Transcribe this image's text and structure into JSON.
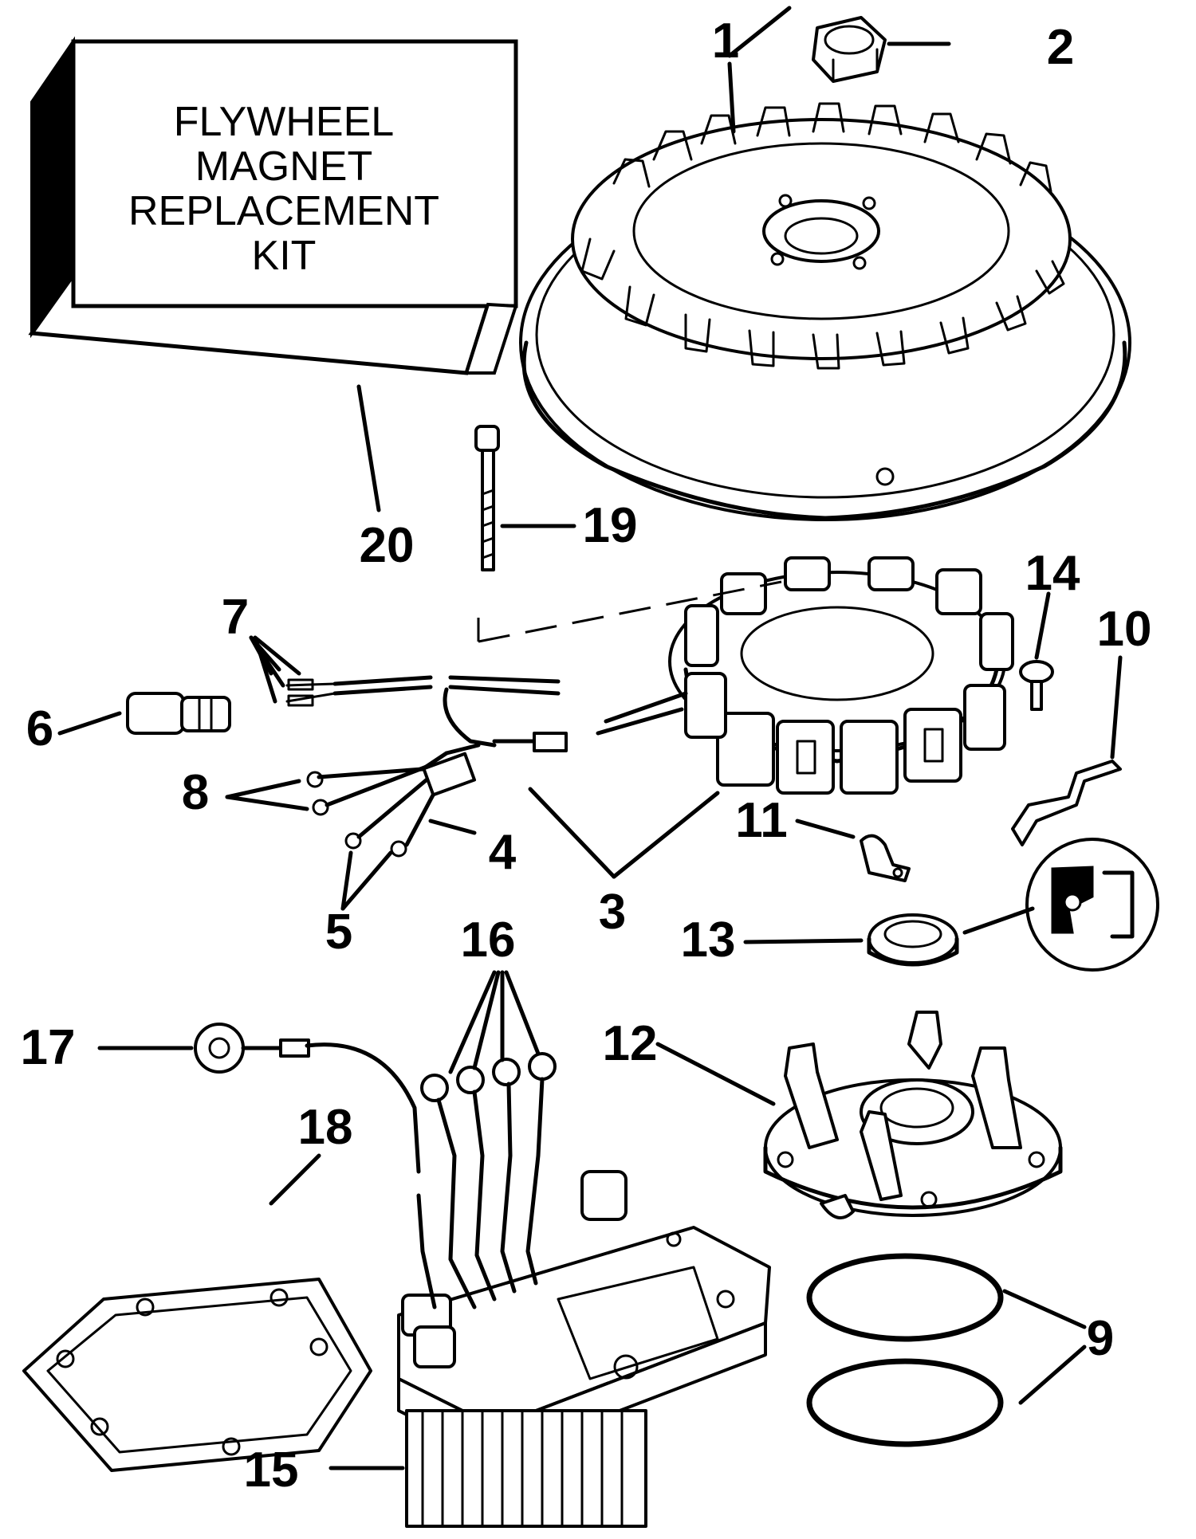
{
  "kit_box": {
    "lines": [
      "FLYWHEEL",
      "MAGNET",
      "REPLACEMENT",
      "KIT"
    ]
  },
  "callouts": {
    "c1": "1",
    "c2": "2",
    "c3": "3",
    "c4": "4",
    "c5": "5",
    "c6": "6",
    "c7": "7",
    "c8": "8",
    "c9": "9",
    "c10": "10",
    "c11": "11",
    "c12": "12",
    "c13": "13",
    "c14": "14",
    "c15": "15",
    "c16": "16",
    "c17": "17",
    "c18": "18",
    "c19": "19",
    "c20": "20"
  }
}
